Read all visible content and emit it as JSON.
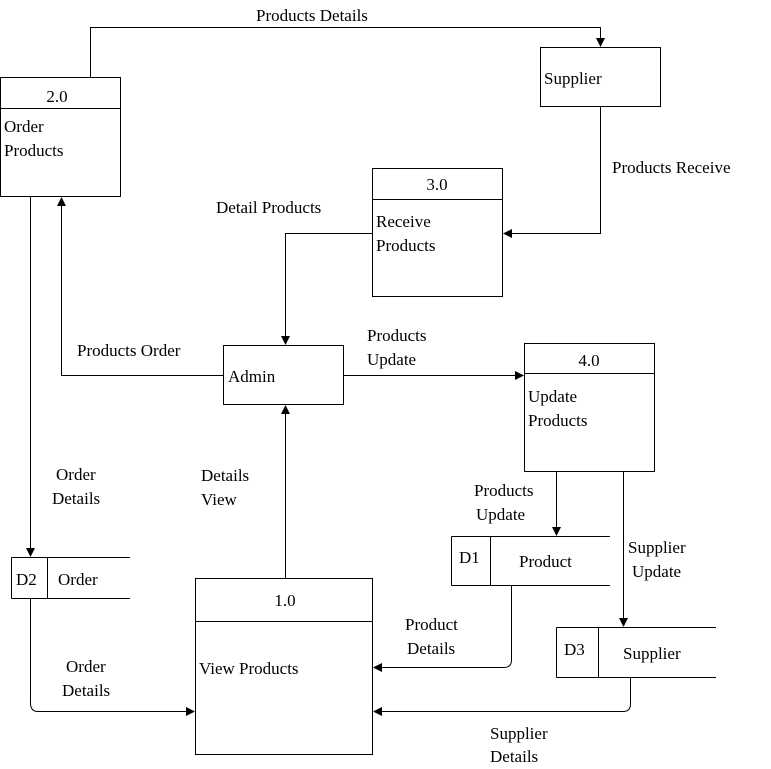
{
  "processes": {
    "p1": {
      "number": "1.0",
      "name": "View Products"
    },
    "p2": {
      "number": "2.0",
      "name_line1": "Order",
      "name_line2": "Products"
    },
    "p3": {
      "number": "3.0",
      "name_line1": "Receive",
      "name_line2": "Products"
    },
    "p4": {
      "number": "4.0",
      "name_line1": "Update",
      "name_line2": "Products"
    }
  },
  "entities": {
    "supplier": "Supplier",
    "admin": "Admin"
  },
  "stores": {
    "d1": {
      "id": "D1",
      "name": "Product"
    },
    "d2": {
      "id": "D2",
      "name": "Order"
    },
    "d3": {
      "id": "D3",
      "name": "Supplier"
    }
  },
  "flows": {
    "products_details": "Products Details",
    "products_receive": "Products Receive",
    "detail_products": "Detail Products",
    "products_order": "Products Order",
    "products_update_1": {
      "line1": "Products",
      "line2": "Update"
    },
    "order_details_1": {
      "line1": "Order",
      "line2": "Details"
    },
    "details_view": {
      "line1": "Details",
      "line2": "View"
    },
    "products_update_2": {
      "line1": "Products",
      "line2": "Update"
    },
    "supplier_update": {
      "line1": "Supplier",
      "line2": "Update"
    },
    "product_details": {
      "line1": "Product",
      "line2": "Details"
    },
    "order_details_2": {
      "line1": "Order",
      "line2": "Details"
    },
    "supplier_details": {
      "line1": "Supplier",
      "line2": "Details"
    }
  }
}
